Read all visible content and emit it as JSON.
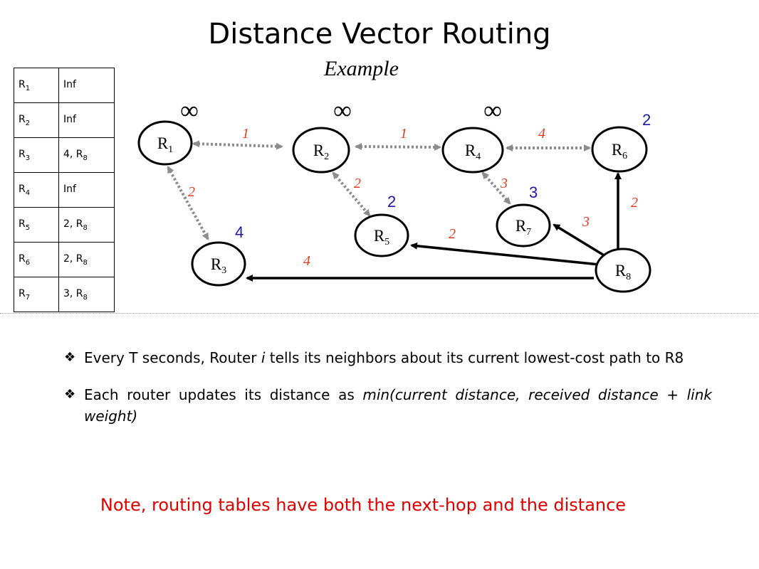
{
  "title": "Distance Vector Routing",
  "subtitle": "Example",
  "routing_table": {
    "rows": [
      {
        "router_base": "R",
        "router_sub": "1",
        "base": "Inf",
        "sub": ""
      },
      {
        "router_base": "R",
        "router_sub": "2",
        "base": "Inf",
        "sub": ""
      },
      {
        "router_base": "R",
        "router_sub": "3",
        "base": "4, R",
        "sub": "8"
      },
      {
        "router_base": "R",
        "router_sub": "4",
        "base": "Inf",
        "sub": ""
      },
      {
        "router_base": "R",
        "router_sub": "5",
        "base": "2, R",
        "sub": "8"
      },
      {
        "router_base": "R",
        "router_sub": "6",
        "base": "2, R",
        "sub": "8"
      },
      {
        "router_base": "R",
        "router_sub": "7",
        "base": "3, R",
        "sub": "8"
      }
    ]
  },
  "network": {
    "routers": [
      {
        "base": "R",
        "sub": "1"
      },
      {
        "base": "R",
        "sub": "2"
      },
      {
        "base": "R",
        "sub": "4"
      },
      {
        "base": "R",
        "sub": "6"
      },
      {
        "base": "R",
        "sub": "3"
      },
      {
        "base": "R",
        "sub": "5"
      },
      {
        "base": "R",
        "sub": "7"
      },
      {
        "base": "R",
        "sub": "8"
      }
    ],
    "infinity_symbol": "∞",
    "link_weights": {
      "r1_r2": "1",
      "r2_r4": "1",
      "r4_r6": "4",
      "r1_r3": "2",
      "r2_r5": "2",
      "r4_r7": "3",
      "r8_r5": "2",
      "r8_r7": "3",
      "r8_r6": "2",
      "r8_r3": "4"
    },
    "distances": {
      "r6": "2",
      "r7": "3",
      "r5": "2",
      "r3": "4"
    },
    "colors": {
      "weight": "#e03c1f",
      "distance": "#1a1aa6",
      "dotted_link": "#8c8c8c",
      "note": "#e00000"
    }
  },
  "bullets": [
    {
      "text_1": "Every T seconds, Router ",
      "em": "i",
      "text_2": " tells its neighbors about its current lowest-cost path to R8"
    },
    {
      "text_1": "Each router updates its distance as ",
      "em": "min(current distance, received distance + link weight)",
      "text_2": ""
    }
  ],
  "note": "Note, routing tables have both the next-hop and the distance"
}
